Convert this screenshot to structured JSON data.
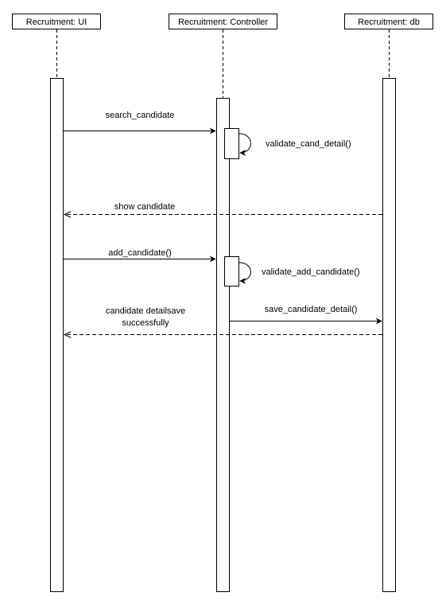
{
  "participants": [
    {
      "id": "ui",
      "name": "Recruitment: UI"
    },
    {
      "id": "controller",
      "name": "Recruitment: Controller"
    },
    {
      "id": "db",
      "name": "Recruitment: db"
    }
  ],
  "messages": [
    {
      "id": "m1",
      "label": "search_candidate",
      "from": "ui",
      "to": "controller",
      "style": "solid"
    },
    {
      "id": "m2",
      "label": "validate_cand_detail()",
      "from": "controller",
      "to": "controller",
      "style": "self"
    },
    {
      "id": "m3",
      "label": "show candidate",
      "from": "db",
      "to": "ui",
      "style": "dashed"
    },
    {
      "id": "m4",
      "label": "add_candidate()",
      "from": "ui",
      "to": "controller",
      "style": "solid"
    },
    {
      "id": "m5",
      "label": "validate_add_candidate()",
      "from": "controller",
      "to": "controller",
      "style": "self"
    },
    {
      "id": "m6",
      "label": "save_candidate_detail()",
      "from": "controller",
      "to": "db",
      "style": "solid"
    },
    {
      "id": "m7",
      "label_lines": [
        "candidate detailsave",
        "successfully"
      ],
      "from": "db",
      "to": "ui",
      "style": "dashed"
    }
  ]
}
